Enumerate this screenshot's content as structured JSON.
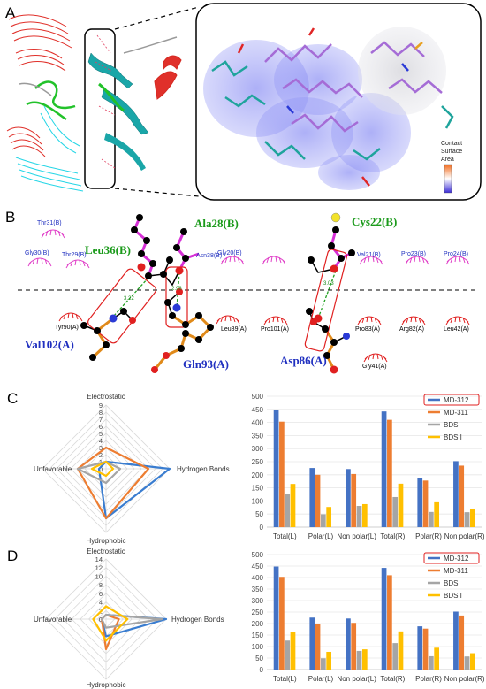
{
  "panels": {
    "a": "A",
    "b": "B",
    "c": "C",
    "d": "D"
  },
  "panel_a": {
    "legend_lines": [
      "Contact",
      "Surface",
      "Area"
    ]
  },
  "panel_b": {
    "residues_top_green": [
      "Ala28(B)",
      "Cys22(B)",
      "Leu36(B)"
    ],
    "residues_bottom_blue": [
      "Val102(A)",
      "Gln93(A)",
      "Asp86(A)"
    ],
    "hydrophobic_top": [
      "Thr31(B)",
      "Gly30(B)",
      "Thr29(B)",
      "Asn38(B)",
      "Gly20(B)",
      "Val21(B)",
      "Pro23(B)",
      "Pro24(B)"
    ],
    "hydrophobic_bottom": [
      "Tyr90(A)",
      "Leu89(A)",
      "Pro101(A)",
      "Pro83(A)",
      "Arg82(A)",
      "Leu42(A)",
      "Gly41(A)"
    ],
    "hbond_distances": [
      "3.22",
      "2.98",
      "3.03"
    ]
  },
  "chart_data": [
    {
      "type": "radar",
      "panel": "C",
      "axes": [
        "Electrostatic",
        "Hydrogen Bonds",
        "Hydrophobic",
        "Unfavorable"
      ],
      "rlim": [
        0,
        9
      ],
      "ticks": [
        "0",
        "1",
        "2",
        "3",
        "4",
        "5",
        "6",
        "7",
        "8",
        "9"
      ],
      "series": [
        {
          "name": "MD-312",
          "color": "#3a7dd0",
          "values": [
            1,
            9,
            7,
            1
          ]
        },
        {
          "name": "MD-311",
          "color": "#ed7d31",
          "values": [
            3,
            6,
            7,
            4
          ]
        },
        {
          "name": "BDSI",
          "color": "#a5a5a5",
          "values": [
            1,
            2,
            2,
            4
          ]
        },
        {
          "name": "BDSII",
          "color": "#ffc000",
          "values": [
            1,
            1,
            1,
            2
          ]
        }
      ]
    },
    {
      "type": "bar",
      "panel": "C",
      "categories": [
        "Total(L)",
        "Polar(L)",
        "Non polar(L)",
        "Total(R)",
        "Polar(R)",
        "Non polar(R)"
      ],
      "ylim": [
        0,
        500
      ],
      "yticks": [
        "0",
        "50",
        "100",
        "150",
        "200",
        "250",
        "300",
        "350",
        "400",
        "450",
        "500"
      ],
      "legend": "top-right",
      "series": [
        {
          "name": "MD-312",
          "color": "#4472c4",
          "values": [
            448,
            226,
            222,
            442,
            188,
            252
          ]
        },
        {
          "name": "MD-311",
          "color": "#ed7d31",
          "values": [
            403,
            200,
            203,
            410,
            178,
            235
          ]
        },
        {
          "name": "BDSI",
          "color": "#a5a5a5",
          "values": [
            126,
            49,
            81,
            115,
            58,
            57
          ]
        },
        {
          "name": "BDSII",
          "color": "#ffc000",
          "values": [
            165,
            77,
            88,
            166,
            95,
            71
          ]
        }
      ]
    },
    {
      "type": "radar",
      "panel": "D",
      "axes": [
        "Electrostatic",
        "Hydrogen Bonds",
        "Hydrophobic",
        "Unfavorable"
      ],
      "rlim": [
        0,
        14
      ],
      "ticks": [
        "0",
        "2",
        "4",
        "6",
        "8",
        "10",
        "12",
        "14"
      ],
      "series": [
        {
          "name": "MD-312",
          "color": "#3a7dd0",
          "values": [
            1,
            14,
            4,
            1
          ]
        },
        {
          "name": "MD-311",
          "color": "#ed7d31",
          "values": [
            1,
            3,
            7,
            1
          ]
        },
        {
          "name": "BDSI",
          "color": "#a5a5a5",
          "values": [
            1,
            13,
            2,
            1
          ]
        },
        {
          "name": "BDSII",
          "color": "#ffc000",
          "values": [
            3,
            5,
            5,
            3
          ]
        }
      ]
    },
    {
      "type": "bar",
      "panel": "D",
      "categories": [
        "Total(L)",
        "Polar(L)",
        "Non polar(L)",
        "Total(R)",
        "Polar(R)",
        "Non polar(R)"
      ],
      "ylim": [
        0,
        500
      ],
      "yticks": [
        "0",
        "50",
        "100",
        "150",
        "200",
        "250",
        "300",
        "350",
        "400",
        "450",
        "500"
      ],
      "legend": "top-right",
      "series": [
        {
          "name": "MD-312",
          "color": "#4472c4",
          "values": [
            448,
            226,
            222,
            442,
            188,
            252
          ]
        },
        {
          "name": "MD-311",
          "color": "#ed7d31",
          "values": [
            403,
            200,
            203,
            410,
            178,
            235
          ]
        },
        {
          "name": "BDSI",
          "color": "#a5a5a5",
          "values": [
            126,
            49,
            81,
            115,
            58,
            57
          ]
        },
        {
          "name": "BDSII",
          "color": "#ffc000",
          "values": [
            165,
            77,
            88,
            166,
            95,
            71
          ]
        }
      ]
    }
  ]
}
